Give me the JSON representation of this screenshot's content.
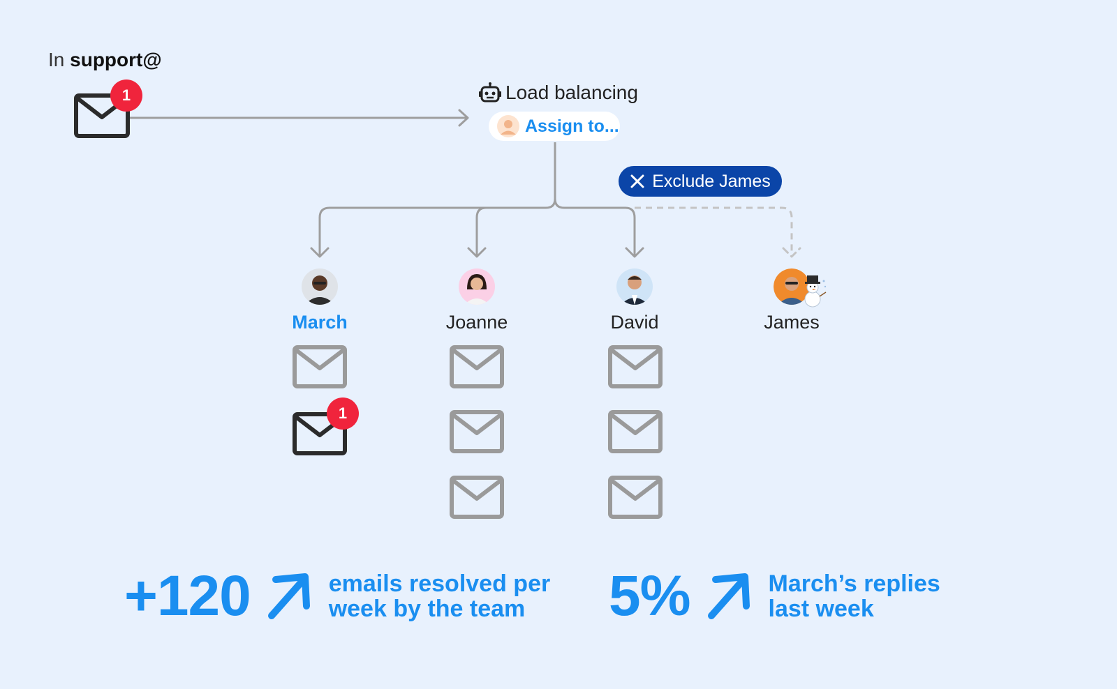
{
  "inbox": {
    "prefix": "In",
    "address": "support@",
    "badge": "1"
  },
  "rule": {
    "title": "Load balancing",
    "action": "Assign to..."
  },
  "exclude_pill": {
    "label": "Exclude James"
  },
  "agents": [
    {
      "name": "March",
      "active": true,
      "emails": 2,
      "new_badge": "1"
    },
    {
      "name": "Joanne",
      "active": false,
      "emails": 3
    },
    {
      "name": "David",
      "active": false,
      "emails": 3
    },
    {
      "name": "James",
      "active": false,
      "emails": 0,
      "excluded": true,
      "status_icon": "snowman-icon"
    }
  ],
  "stats": [
    {
      "value": "+120",
      "text_line1": "emails resolved per",
      "text_line2": "week by the team"
    },
    {
      "value": "5%",
      "text_line1": "March’s replies",
      "text_line2": "last week"
    }
  ],
  "colors": {
    "background": "#e8f1fd",
    "accent_blue": "#1a8ef0",
    "badge_red": "#f0243c",
    "exclude_pill": "#0b45a8",
    "connector_gray": "#9e9e9e",
    "mail_gray": "#9a9a9a",
    "mail_dark": "#2b2b2b"
  }
}
